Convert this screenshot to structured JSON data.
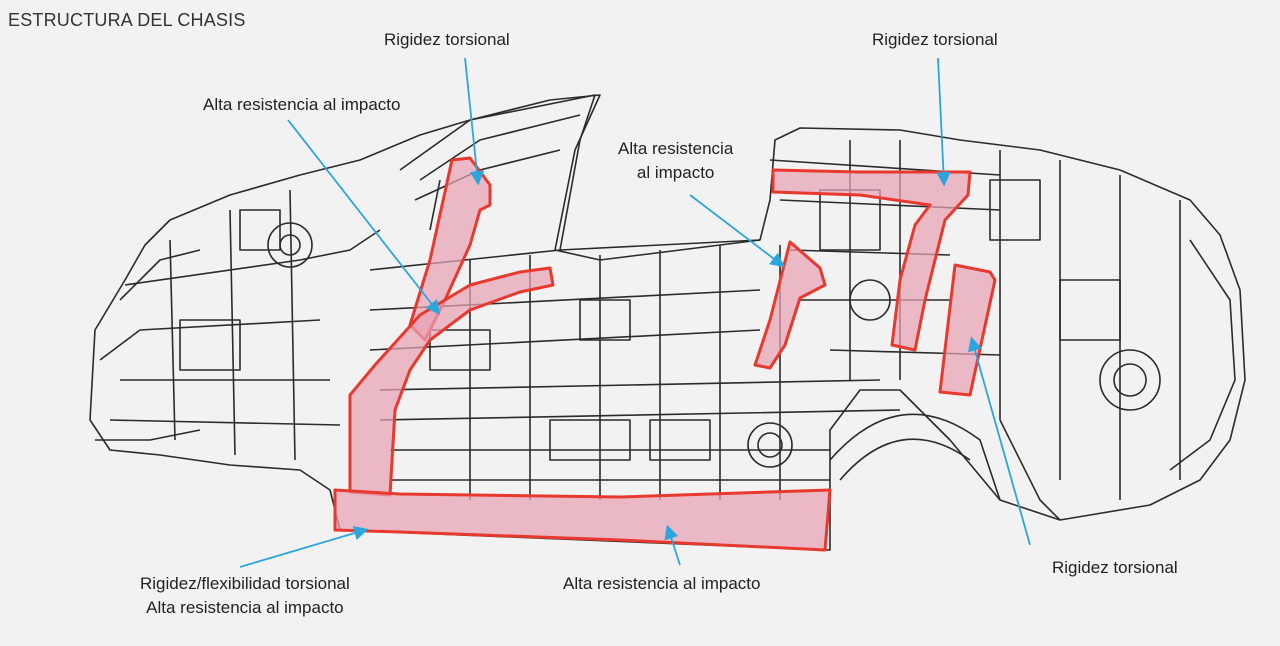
{
  "title": "ESTRUCTURA DEL CHASIS",
  "labels": {
    "torsion_a": "Rigidez torsional",
    "torsion_b": "Rigidez torsional",
    "torsion_c": "Rigidez torsional",
    "impact_a": "Alta resistencia al impacto",
    "impact_b_line1": "Alta resistencia",
    "impact_b_line2": "al impacto",
    "impact_c": "Alta resistencia al impacto",
    "sill_line1": "Rigidez/flexibilidad torsional",
    "sill_line2": "Alta resistencia al impacto"
  },
  "colors": {
    "arrow": "#2aa6dd",
    "highlight_fill": "#e8a1b4",
    "highlight_stroke": "#e8392e",
    "line_art": "#2b2b2b"
  }
}
